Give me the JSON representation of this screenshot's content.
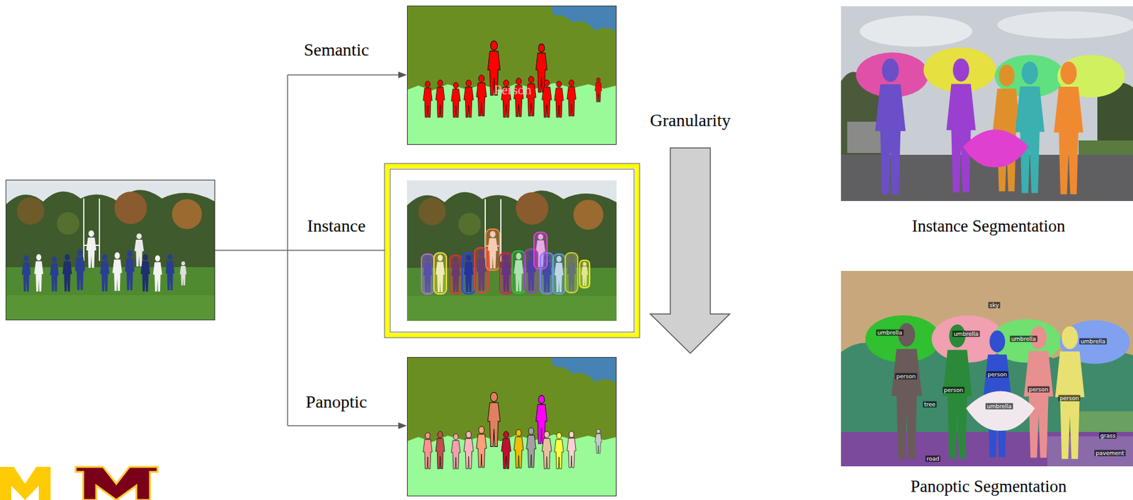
{
  "diagram": {
    "labels": [
      "Semantic",
      "Person",
      "Instance",
      "Granularity",
      "Panoptic",
      "Instance Segmentation",
      "sky",
      "umbrella",
      "umbrella",
      "umbrella",
      "umbrella",
      "person",
      "person",
      "person",
      "person",
      "person",
      "tree",
      "umbrella",
      "grass",
      "pavement",
      "road",
      "Panoptic Segmentation"
    ]
  }
}
